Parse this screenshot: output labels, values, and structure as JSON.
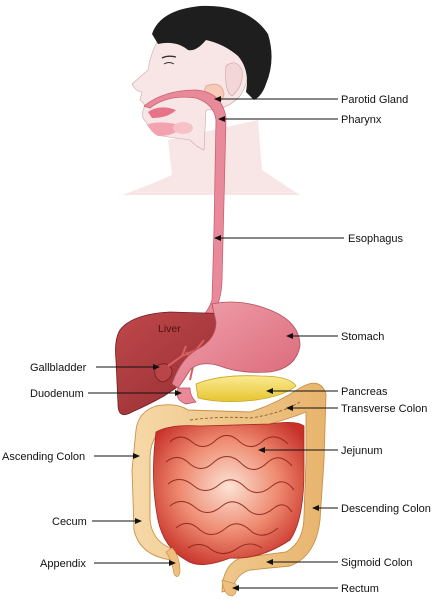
{
  "labels": {
    "parotid_gland": "Parotid Gland",
    "pharynx": "Pharynx",
    "esophagus": "Esophagus",
    "stomach": "Stomach",
    "liver": "Liver",
    "gallbladder": "Gallbladder",
    "duodenum": "Duodenum",
    "pancreas": "Pancreas",
    "transverse_colon": "Transverse Colon",
    "jejunum": "Jejunum",
    "ascending_colon": "Ascending Colon",
    "descending_colon": "Descending Colon",
    "cecum": "Cecum",
    "appendix": "Appendix",
    "sigmoid_colon": "Sigmoid Colon",
    "rectum": "Rectum"
  },
  "colors": {
    "skin": "#f8e6e6",
    "hair": "#1e1e1e",
    "tract": "#e98a9a",
    "liver": "#a83338",
    "pancreas": "#f3dd60",
    "colon": "#f1c98e",
    "intestine": "#d84a3c",
    "ink": "#111111"
  }
}
